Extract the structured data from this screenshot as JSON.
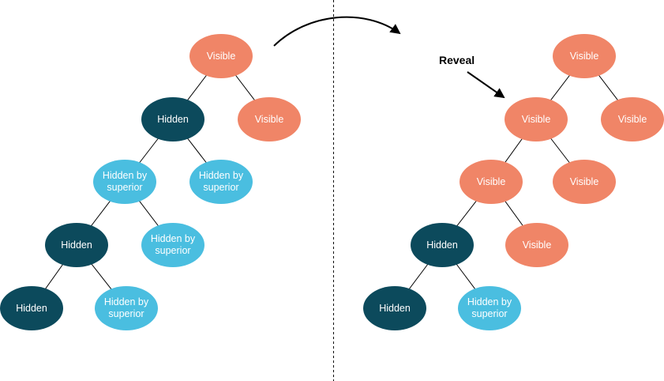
{
  "diagram": {
    "type": "tree-transformation",
    "colors": {
      "visible": "#F08567",
      "hidden": "#0C4A5C",
      "hidden_by_superior": "#4ABEE0",
      "node_text": "#FFFFFF",
      "line": "#000000"
    },
    "legend": {
      "visible_label": "Visible",
      "hidden_label": "Hidden",
      "hidden_by_superior_label": "Hidden by superior"
    },
    "left_tree": {
      "nodes": [
        {
          "label": "Visible",
          "state": "visible"
        },
        {
          "label": "Hidden",
          "state": "hidden"
        },
        {
          "label": "Visible",
          "state": "visible"
        },
        {
          "label": "Hidden by superior",
          "state": "hidden_by_superior"
        },
        {
          "label": "Hidden by superior",
          "state": "hidden_by_superior"
        },
        {
          "label": "Hidden",
          "state": "hidden"
        },
        {
          "label": "Hidden by superior",
          "state": "hidden_by_superior"
        },
        {
          "label": "Hidden",
          "state": "hidden"
        },
        {
          "label": "Hidden by superior",
          "state": "hidden_by_superior"
        }
      ],
      "edges": [
        [
          0,
          1
        ],
        [
          0,
          2
        ],
        [
          1,
          3
        ],
        [
          1,
          4
        ],
        [
          3,
          5
        ],
        [
          3,
          6
        ],
        [
          5,
          7
        ],
        [
          5,
          8
        ]
      ]
    },
    "right_tree": {
      "nodes": [
        {
          "label": "Visible",
          "state": "visible"
        },
        {
          "label": "Visible",
          "state": "visible"
        },
        {
          "label": "Visible",
          "state": "visible"
        },
        {
          "label": "Visible",
          "state": "visible"
        },
        {
          "label": "Visible",
          "state": "visible"
        },
        {
          "label": "Hidden",
          "state": "hidden"
        },
        {
          "label": "Visible",
          "state": "visible"
        },
        {
          "label": "Hidden",
          "state": "hidden"
        },
        {
          "label": "Hidden by superior",
          "state": "hidden_by_superior"
        }
      ],
      "edges": [
        [
          0,
          1
        ],
        [
          0,
          2
        ],
        [
          1,
          3
        ],
        [
          1,
          4
        ],
        [
          3,
          5
        ],
        [
          3,
          6
        ],
        [
          5,
          7
        ],
        [
          5,
          8
        ]
      ]
    },
    "annotations": {
      "reveal_label": "Reveal"
    }
  }
}
